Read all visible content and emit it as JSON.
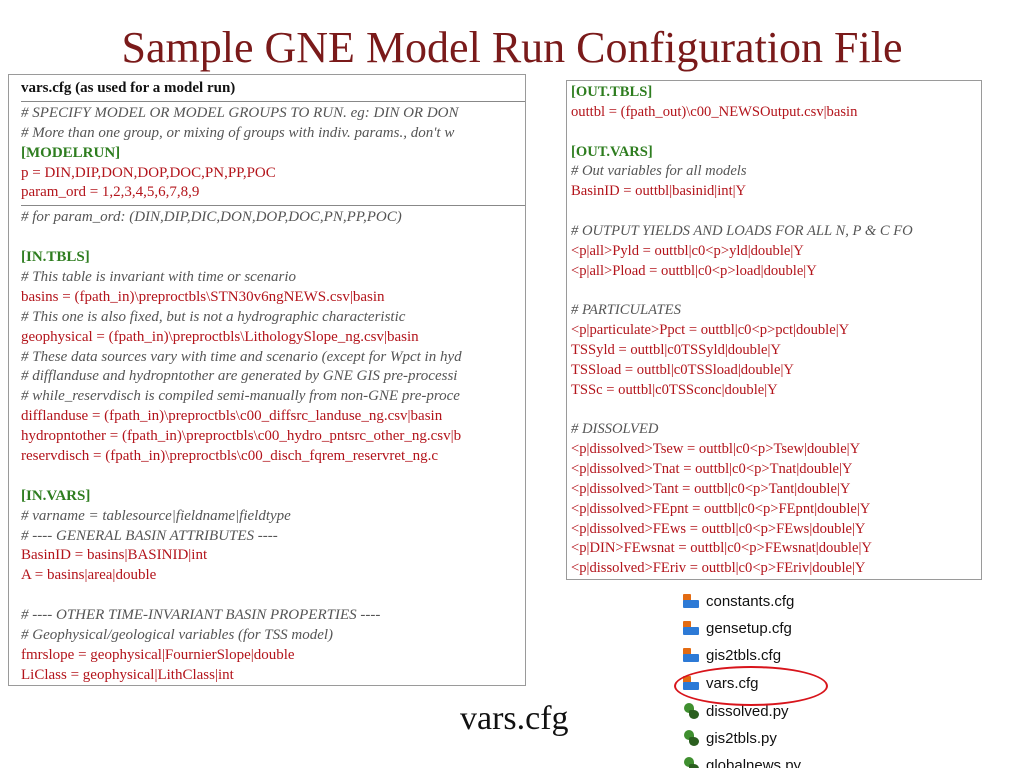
{
  "title": "Sample GNE Model Run Configuration File",
  "caption": "vars.cfg",
  "left_lines": [
    {
      "t": "vars.cfg    (as used for a model run)",
      "c": "black bold"
    },
    {
      "t": "# SPECIFY MODEL OR MODEL GROUPS TO RUN. eg: DIN OR DON",
      "c": "comment"
    },
    {
      "t": "# More than one group, or mixing of groups with indiv. params., don't w",
      "c": "comment"
    },
    {
      "t": "[MODELRUN]",
      "c": "green bold"
    },
    {
      "t": "p = DIN,DIP,DON,DOP,DOC,PN,PP,POC",
      "c": "red"
    },
    {
      "t": "param_ord = 1,2,3,4,5,6,7,8,9",
      "c": "red"
    },
    {
      "t": "# for param_ord: (DIN,DIP,DIC,DON,DOP,DOC,PN,PP,POC)",
      "c": "comment"
    },
    {
      "t": "",
      "c": "black"
    },
    {
      "t": "[IN.TBLS]",
      "c": "green bold"
    },
    {
      "t": "# This table is invariant with time or scenario",
      "c": "comment"
    },
    {
      "t": "basins            = (fpath_in)\\preproctbls\\STN30v6ngNEWS.csv|basin",
      "c": "red"
    },
    {
      "t": "# This one is also fixed, but is not a hydrographic characteristic",
      "c": "comment"
    },
    {
      "t": "geophysical    = (fpath_in)\\preproctbls\\LithologySlope_ng.csv|basin",
      "c": "red"
    },
    {
      "t": "# These data sources vary with time and scenario (except for Wpct in hyd",
      "c": "comment"
    },
    {
      "t": "# difflanduse and hydropntother are generated by GNE GIS pre-processi",
      "c": "comment"
    },
    {
      "t": "# while_reservdisch is compiled semi-manually from non-GNE pre-proce",
      "c": "comment"
    },
    {
      "t": "difflanduse      = (fpath_in)\\preproctbls\\c00_diffsrc_landuse_ng.csv|basin",
      "c": "red"
    },
    {
      "t": "hydropntother = (fpath_in)\\preproctbls\\c00_hydro_pntsrc_other_ng.csv|b",
      "c": "red"
    },
    {
      "t": "reservdisch      = (fpath_in)\\preproctbls\\c00_disch_fqrem_reservret_ng.c",
      "c": "red"
    },
    {
      "t": "",
      "c": "black"
    },
    {
      "t": "[IN.VARS]",
      "c": "green bold"
    },
    {
      "t": "# varname = tablesource|fieldname|fieldtype",
      "c": "comment"
    },
    {
      "t": "# ---- GENERAL BASIN ATTRIBUTES ----",
      "c": "comment"
    },
    {
      "t": "BasinID = basins|BASINID|int",
      "c": "red"
    },
    {
      "t": "A            = basins|area|double",
      "c": "red"
    },
    {
      "t": "",
      "c": "black"
    },
    {
      "t": "# ---- OTHER TIME-INVARIANT BASIN PROPERTIES ----",
      "c": "comment"
    },
    {
      "t": "#      Geophysical/geological variables (for TSS model)",
      "c": "comment"
    },
    {
      "t": "fmrslope      = geophysical|FournierSlope|double",
      "c": "red"
    },
    {
      "t": "LiClass        = geophysical|LithClass|int",
      "c": "red"
    }
  ],
  "right_lines": [
    {
      "t": "[OUT.TBLS]",
      "c": "green bold"
    },
    {
      "t": "outtbl = (fpath_out)\\c00_NEWSOutput.csv|basin",
      "c": "red"
    },
    {
      "t": "",
      "c": "black"
    },
    {
      "t": "[OUT.VARS]",
      "c": "green bold"
    },
    {
      "t": "# Out variables for all models",
      "c": "comment"
    },
    {
      "t": "BasinID = outtbl|basinid|int|Y",
      "c": "red"
    },
    {
      "t": "",
      "c": "black"
    },
    {
      "t": "# OUTPUT YIELDS AND LOADS FOR ALL N, P & C FO",
      "c": "comment"
    },
    {
      "t": "<p|all>Pyld  = outtbl|c0<p>yld|double|Y",
      "c": "red"
    },
    {
      "t": "<p|all>Pload = outtbl|c0<p>load|double|Y",
      "c": "red"
    },
    {
      "t": "",
      "c": "black"
    },
    {
      "t": "# PARTICULATES",
      "c": "comment"
    },
    {
      "t": "<p|particulate>Ppct = outtbl|c0<p>pct|double|Y",
      "c": "red"
    },
    {
      "t": "TSSyld  = outtbl|c0TSSyld|double|Y",
      "c": "red"
    },
    {
      "t": "TSSload = outtbl|c0TSSload|double|Y",
      "c": "red"
    },
    {
      "t": "TSSc     = outtbl|c0TSSconc|double|Y",
      "c": "red"
    },
    {
      "t": "",
      "c": "black"
    },
    {
      "t": "# DISSOLVED",
      "c": "comment"
    },
    {
      "t": "<p|dissolved>Tsew  = outtbl|c0<p>Tsew|double|Y",
      "c": "red"
    },
    {
      "t": "<p|dissolved>Tnat  = outtbl|c0<p>Tnat|double|Y",
      "c": "red"
    },
    {
      "t": "<p|dissolved>Tant  = outtbl|c0<p>Tant|double|Y",
      "c": "red"
    },
    {
      "t": "<p|dissolved>FEpnt = outtbl|c0<p>FEpnt|double|Y",
      "c": "red"
    },
    {
      "t": "<p|dissolved>FEws  = outtbl|c0<p>FEws|double|Y",
      "c": "red"
    },
    {
      "t": "<p|DIN>FEwsnat     = outtbl|c0<p>FEwsnat|double|Y",
      "c": "red"
    },
    {
      "t": "<p|dissolved>FEriv = outtbl|c0<p>FEriv|double|Y",
      "c": "red"
    }
  ],
  "files": [
    {
      "name": "constants.cfg",
      "icon": "cfg-icon"
    },
    {
      "name": "gensetup.cfg",
      "icon": "cfg-icon"
    },
    {
      "name": "gis2tbls.cfg",
      "icon": "cfg-icon"
    },
    {
      "name": "vars.cfg",
      "icon": "cfg-icon"
    },
    {
      "name": "dissolved.py",
      "icon": "python-icon"
    },
    {
      "name": "gis2tbls.py",
      "icon": "python-icon"
    },
    {
      "name": "globalnews.py",
      "icon": "python-icon"
    }
  ],
  "colors": {
    "title": "#7a1a1a",
    "code_red": "#b3141b",
    "code_green": "#2e7d1f",
    "highlight": "#d8141b"
  }
}
